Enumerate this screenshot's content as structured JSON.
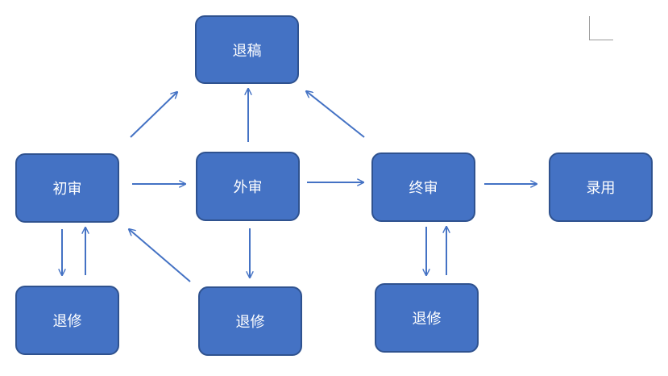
{
  "colors": {
    "node_fill": "#4472C4",
    "node_border": "#2F528F",
    "node_text": "#FFFFFF",
    "arrow": "#4472C4"
  },
  "nodes": {
    "reject": "退稿",
    "initial_review": "初审",
    "external_review": "外审",
    "final_review": "终审",
    "accept": "录用",
    "revise_initial": "退修",
    "revise_external": "退修",
    "revise_final": "退修"
  }
}
